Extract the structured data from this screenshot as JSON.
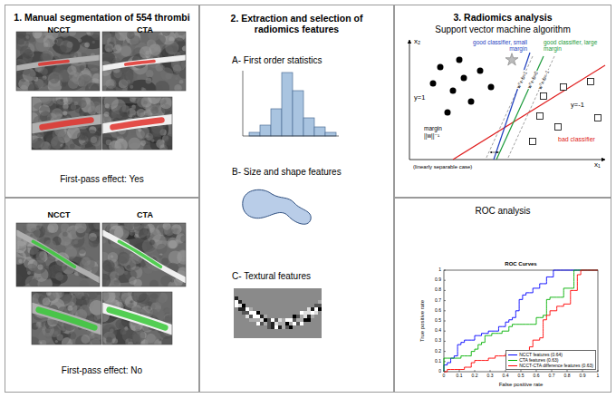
{
  "diagram": {
    "nodes": [
      {
        "text": [
          "1. Manual segmentation of 554 thrombi",
          "NCCT",
          "CTA",
          "First-pass effect: Yes"
        ]
      },
      {
        "text": [
          "NCCT",
          "CTA",
          "First-pass effect: No"
        ]
      },
      {
        "text": [
          "2. Extraction and selection of radiomics features",
          "A- First order statistics",
          "B- Size and shape features",
          "C- Textural features"
        ]
      },
      {
        "text": [
          "3. Radiomics analysis",
          "Support vector machine algorithm"
        ]
      },
      {
        "text": [
          "ROC analysis"
        ]
      }
    ],
    "labels": [
      "x₂",
      "x₁",
      "y=1",
      "y=-1",
      "good classifier, small margin",
      "good classifier, large margin",
      "bad classifier",
      "margin",
      "||w||⁻¹",
      "wᵀx-b=1",
      "wᵀx-b=0",
      "wᵀx-b=-1",
      "(linearly separable case)",
      "ROC Curves",
      "True positive rate",
      "False positive rate",
      "0",
      "0.1",
      "0.2",
      "0.3",
      "0.4",
      "0.5",
      "0.6",
      "0.7",
      "0.8",
      "0.9",
      "1",
      "0",
      "0.1",
      "0.2",
      "0.3",
      "0.4",
      "0.5",
      "0.6",
      "0.7",
      "0.8",
      "0.9",
      "1"
    ],
    "legend": [
      {
        "text": "NCCT features (0.64)"
      },
      {
        "text": "CTA features (0.63)"
      },
      {
        "text": "NCCT-CTA difference features (0.63)"
      }
    ]
  }
}
